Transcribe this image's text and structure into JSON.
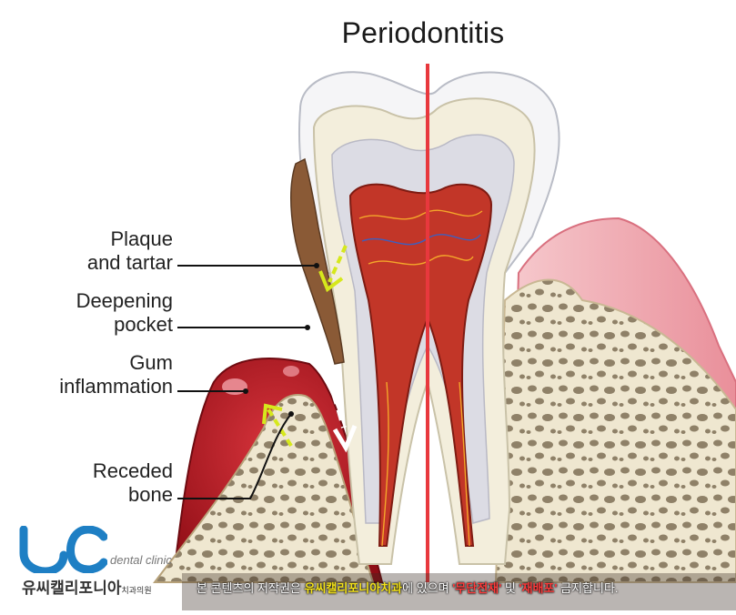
{
  "title": "Periodontitis",
  "labels": {
    "plaque_line1": "Plaque",
    "plaque_line2": "and tartar",
    "pocket_line1": "Deepening",
    "pocket_line2": "pocket",
    "gum_line1": "Gum",
    "gum_line2": "inflammation",
    "bone_line1": "Receded",
    "bone_line2": "bone"
  },
  "logo": {
    "mark": "UC",
    "tagline": "dental clinic",
    "name": "유씨캘리포니아",
    "name_suffix": "치과의원"
  },
  "notice": {
    "part1": "본 콘텐츠의 저작권은 ",
    "clinic": "유씨캘리포니아치과",
    "part2": "에 있으며 ",
    "quote1": "'무단전재'",
    "part3": " 및 ",
    "quote2": "'재배포'",
    "part4": " 금지합니다."
  },
  "colors": {
    "enamel": "#f4f4f6",
    "dentin": "#f3eedc",
    "pulp": "#c0392b",
    "gum_healthy": "#f3b9c0",
    "gum_inflamed": "#b3161f",
    "bone": "#eee6cf",
    "divider": "#e8383d",
    "arrow": "#d6e81c",
    "logo_blue": "#1e7fc4"
  }
}
